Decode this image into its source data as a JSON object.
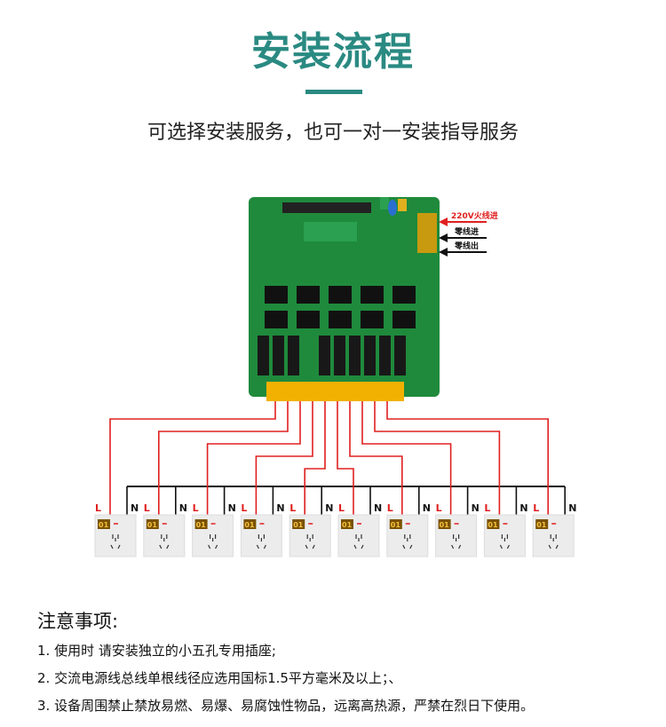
{
  "header": {
    "title": "安装流程",
    "subtitle": "可选择安装服务，也可一对一安装指导服务"
  },
  "board": {
    "labels": {
      "live_in": "220V火线进",
      "neutral_in": "零线进",
      "neutral_out": "零线出"
    }
  },
  "sockets": {
    "count": 10,
    "number_label": "01",
    "live_label": "L",
    "neutral_label": "N"
  },
  "notes": {
    "heading": "注意事项:",
    "items": [
      "1. 使用时 请安装独立的小五孔专用插座;",
      "2. 交流电源线总线单根线径应选用国标1.5平方毫米及以上；、",
      "3. 设备周围禁止禁放易燃、易爆、易腐蚀性物品，远离高热源，严禁在烈日下使用。"
    ]
  },
  "colors": {
    "accent": "#2a8a82",
    "wire_live": "#e02020",
    "wire_neutral": "#111111",
    "pcb": "#1f8a3c"
  }
}
